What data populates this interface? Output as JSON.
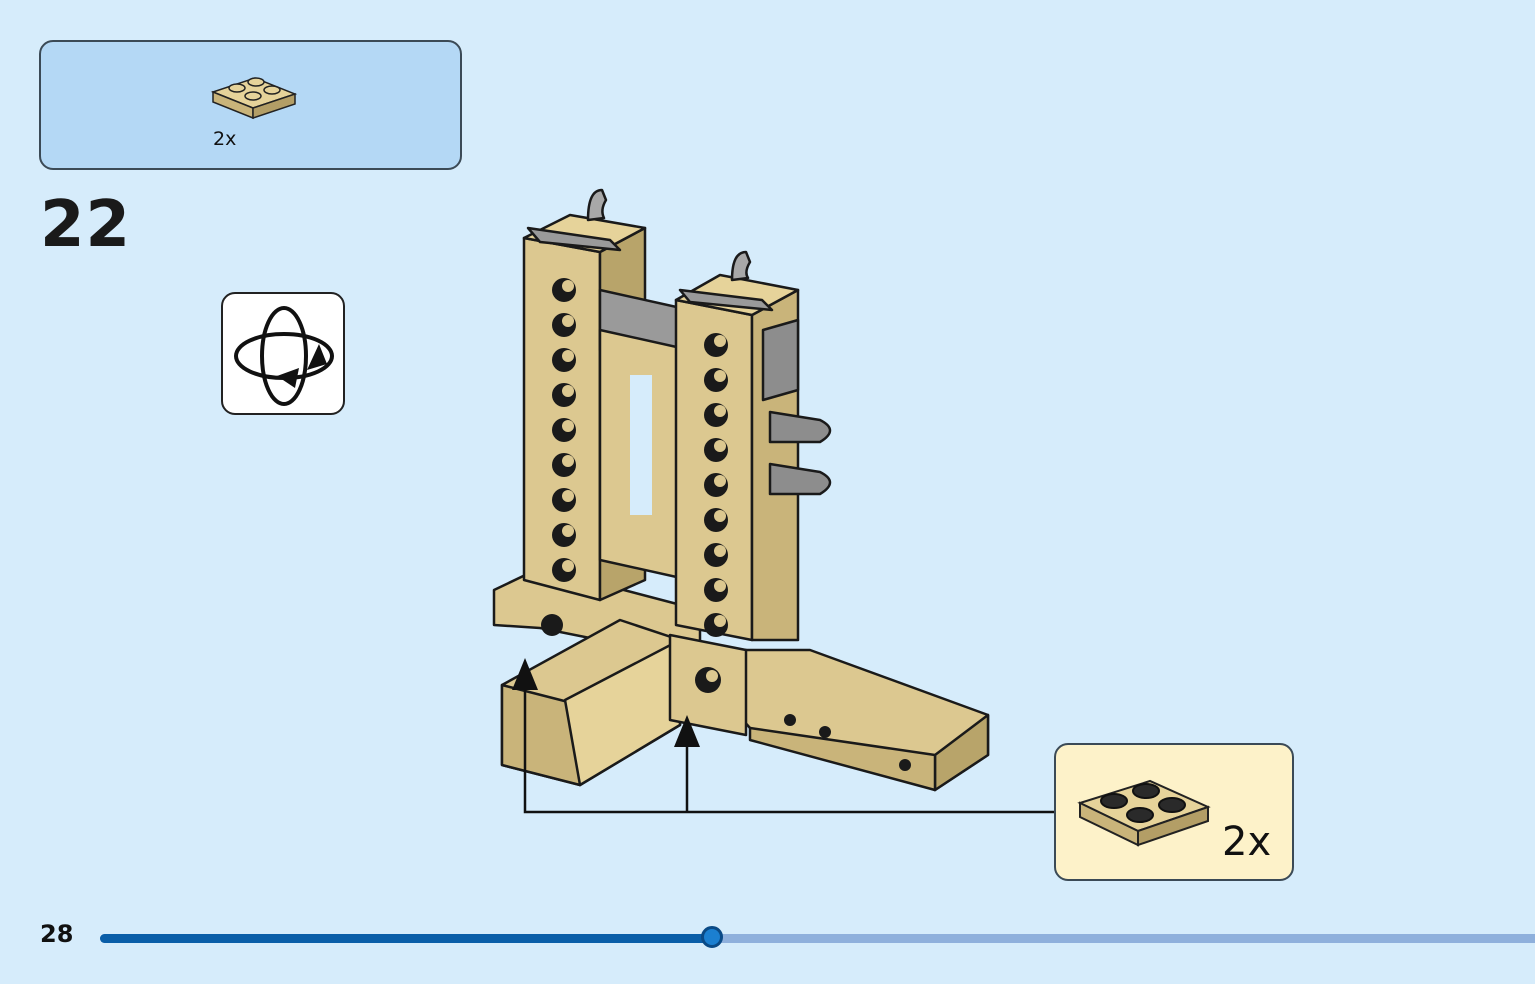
{
  "parts_list": {
    "quantity": "2x",
    "part_icon": "tan-plate-2x2-icon"
  },
  "step": {
    "number": "22",
    "rotate_icon": "rotate-model-icon"
  },
  "callout": {
    "quantity": "2x",
    "part_icon": "tan-plate-2x2-icon"
  },
  "footer": {
    "page_number": "28",
    "progress": 0.4262
  },
  "colors": {
    "background": "#d6ecfb",
    "parts_box": "#b4d8f5",
    "callout_box": "#fdf2c9",
    "tan_brick": "#dcc890",
    "progress_fill": "#0a5ea8",
    "progress_track": "#8fb0dc"
  }
}
